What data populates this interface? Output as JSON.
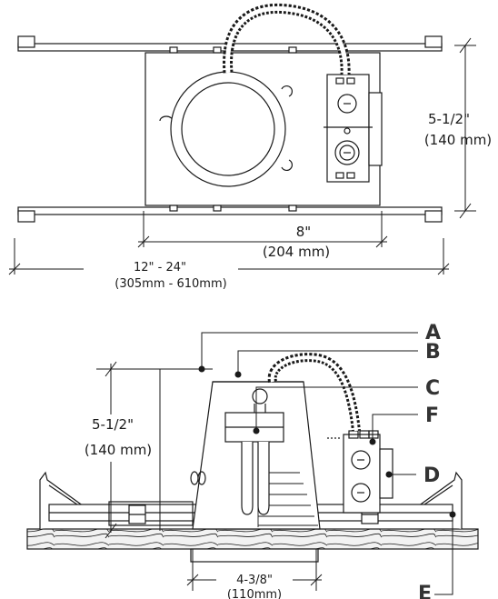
{
  "top_view": {
    "dim_height": "5-1/2\"",
    "dim_height_mm": "(140 mm)",
    "dim_width": "8\"",
    "dim_width_mm": "(204 mm)",
    "dim_bar": "12\" - 24\"",
    "dim_bar_mm": "(305mm - 610mm)"
  },
  "side_view": {
    "dim_height": "5-1/2\"",
    "dim_height_mm": "(140 mm)",
    "dim_aperture": "4-3/8\"",
    "dim_aperture_mm": "(110mm)"
  },
  "callouts": {
    "a": "A",
    "b": "B",
    "c": "C",
    "d": "D",
    "e": "E",
    "f": "F"
  },
  "colors": {
    "line": "#1a1a1a",
    "callout": "#333333",
    "wood": "#f2f2f2"
  }
}
